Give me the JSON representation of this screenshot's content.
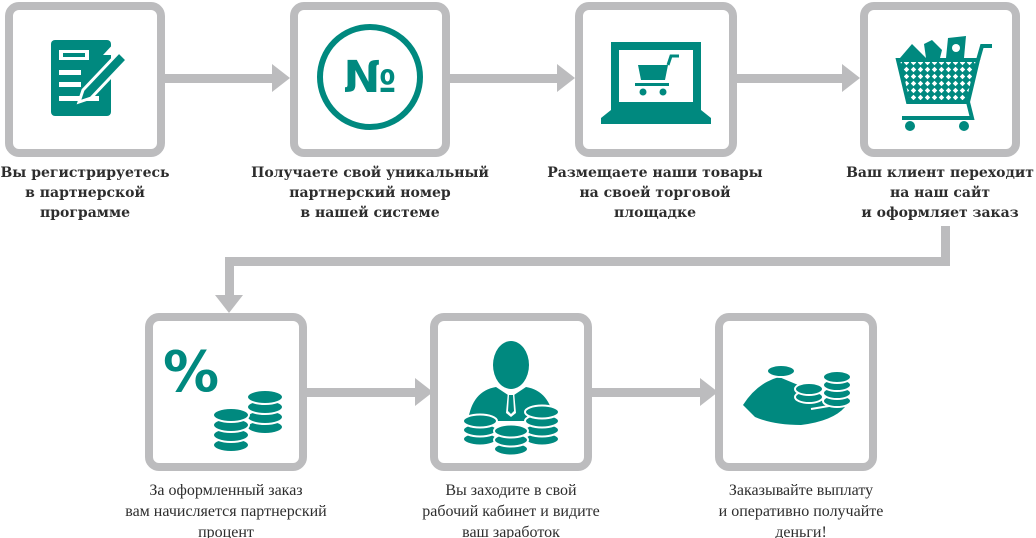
{
  "colors": {
    "accent": "#00897f",
    "frame": "#bcbcbe",
    "text": "#2d2d2d"
  },
  "steps": [
    {
      "icon": "form-pen-icon",
      "lines": [
        "Вы регистрируетесь",
        "в партнерской",
        "программе"
      ]
    },
    {
      "icon": "number-sign-icon",
      "symbol": "№",
      "lines": [
        "Получаете свой уникальный",
        "партнерский номер",
        "в нашей системе"
      ]
    },
    {
      "icon": "laptop-cart-icon",
      "lines": [
        "Размещаете наши товары",
        "на своей торговой",
        "площадке"
      ]
    },
    {
      "icon": "shopping-cart-icon",
      "lines": [
        "Ваш клиент переходит",
        "на наш сайт",
        "и оформляет заказ"
      ]
    },
    {
      "icon": "percent-coins-icon",
      "symbol": "%",
      "lines": [
        "За оформленный заказ",
        "вам начисляется партнерский",
        "процент"
      ]
    },
    {
      "icon": "businessman-coins-icon",
      "lines": [
        "Вы заходите в свой",
        "рабочий кабинет и видите",
        "ваш заработок"
      ]
    },
    {
      "icon": "hand-coins-icon",
      "lines": [
        "Заказывайте выплату",
        "и оперативно получайте",
        "деньги!"
      ]
    }
  ]
}
